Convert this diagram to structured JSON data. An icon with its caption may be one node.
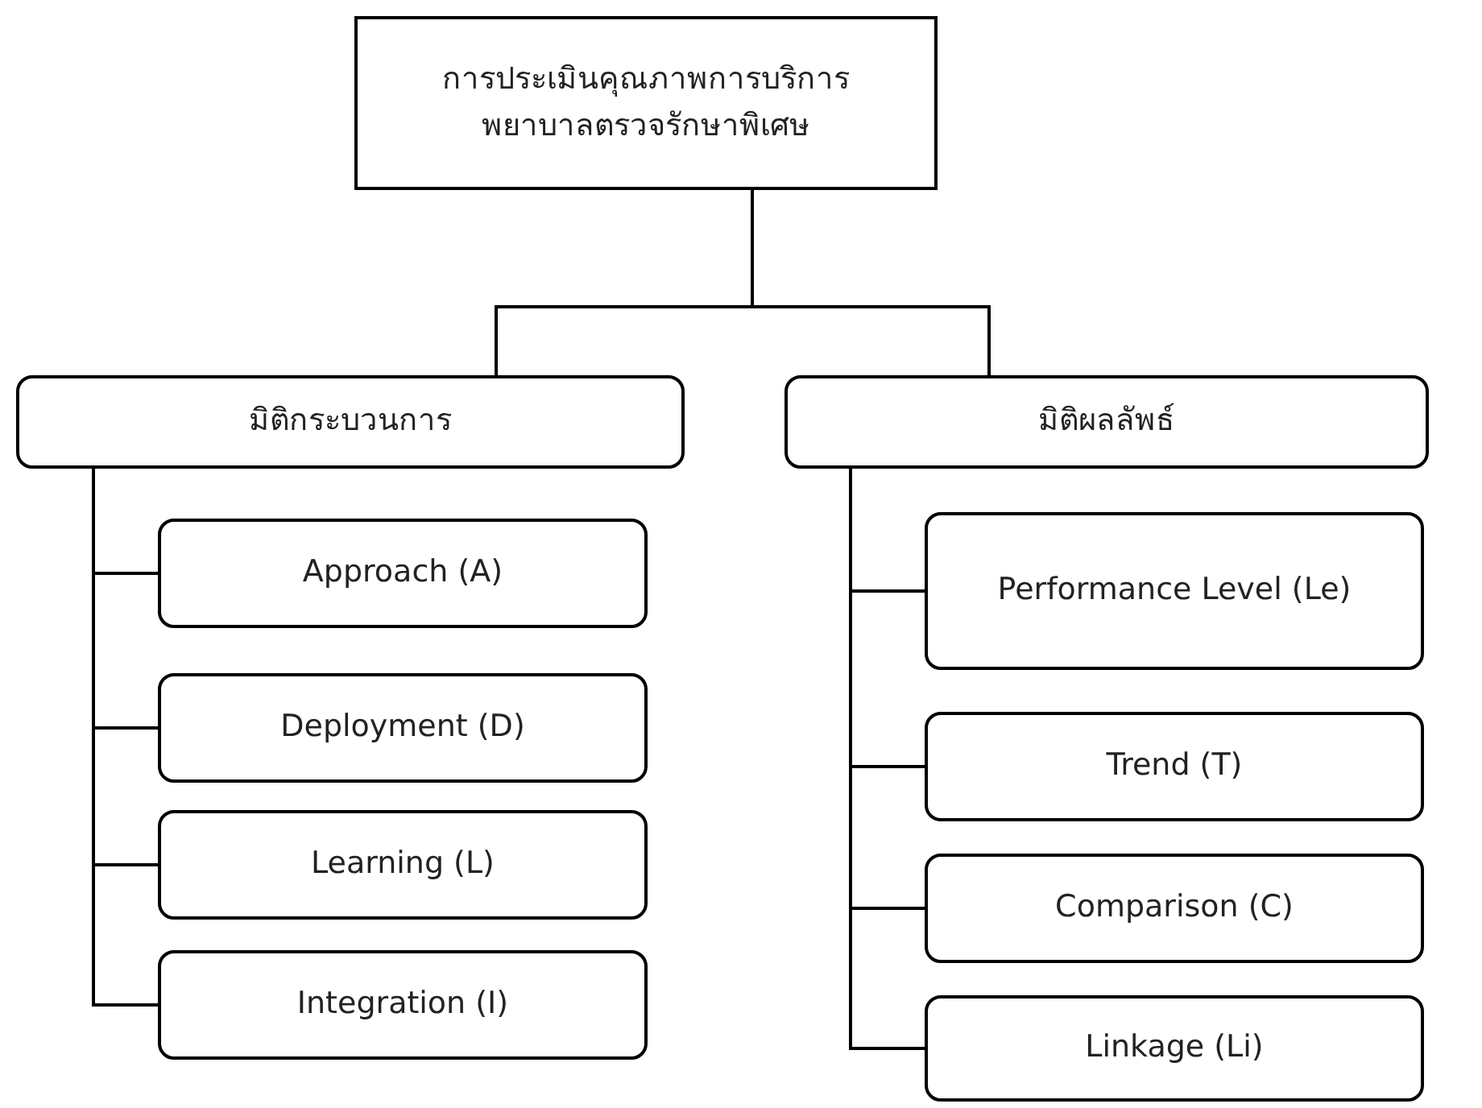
{
  "diagram": {
    "nodes": [
      {
        "text": [
          "การประเมินคุณภาพการบริการพยาบาลตรวจรักษาพิเศษ"
        ]
      },
      {
        "text": [
          "มิติกระบวนการ"
        ]
      },
      {
        "text": [
          "มิติผลลัพธ์"
        ]
      },
      {
        "text": [
          "Approach (A)"
        ]
      },
      {
        "text": [
          "Deployment (D)"
        ]
      },
      {
        "text": [
          "Learning (L)"
        ]
      },
      {
        "text": [
          "Integration (I)"
        ]
      },
      {
        "text": [
          "Performance Level (Le)"
        ]
      },
      {
        "text": [
          "Trend (T)"
        ]
      },
      {
        "text": [
          "Comparison (C)"
        ]
      },
      {
        "text": [
          "Linkage (Li)"
        ]
      }
    ],
    "edges": [
      {
        "from": 0,
        "to": 1,
        "arrow": "none"
      },
      {
        "from": 0,
        "to": 2,
        "arrow": "none"
      },
      {
        "from": 1,
        "to": 3,
        "arrow": "none"
      },
      {
        "from": 1,
        "to": 4,
        "arrow": "none"
      },
      {
        "from": 1,
        "to": 5,
        "arrow": "none"
      },
      {
        "from": 1,
        "to": 6,
        "arrow": "none"
      },
      {
        "from": 2,
        "to": 7,
        "arrow": "none"
      },
      {
        "from": 2,
        "to": 8,
        "arrow": "none"
      },
      {
        "from": 2,
        "to": 9,
        "arrow": "none"
      },
      {
        "from": 2,
        "to": 10,
        "arrow": "none"
      }
    ]
  }
}
